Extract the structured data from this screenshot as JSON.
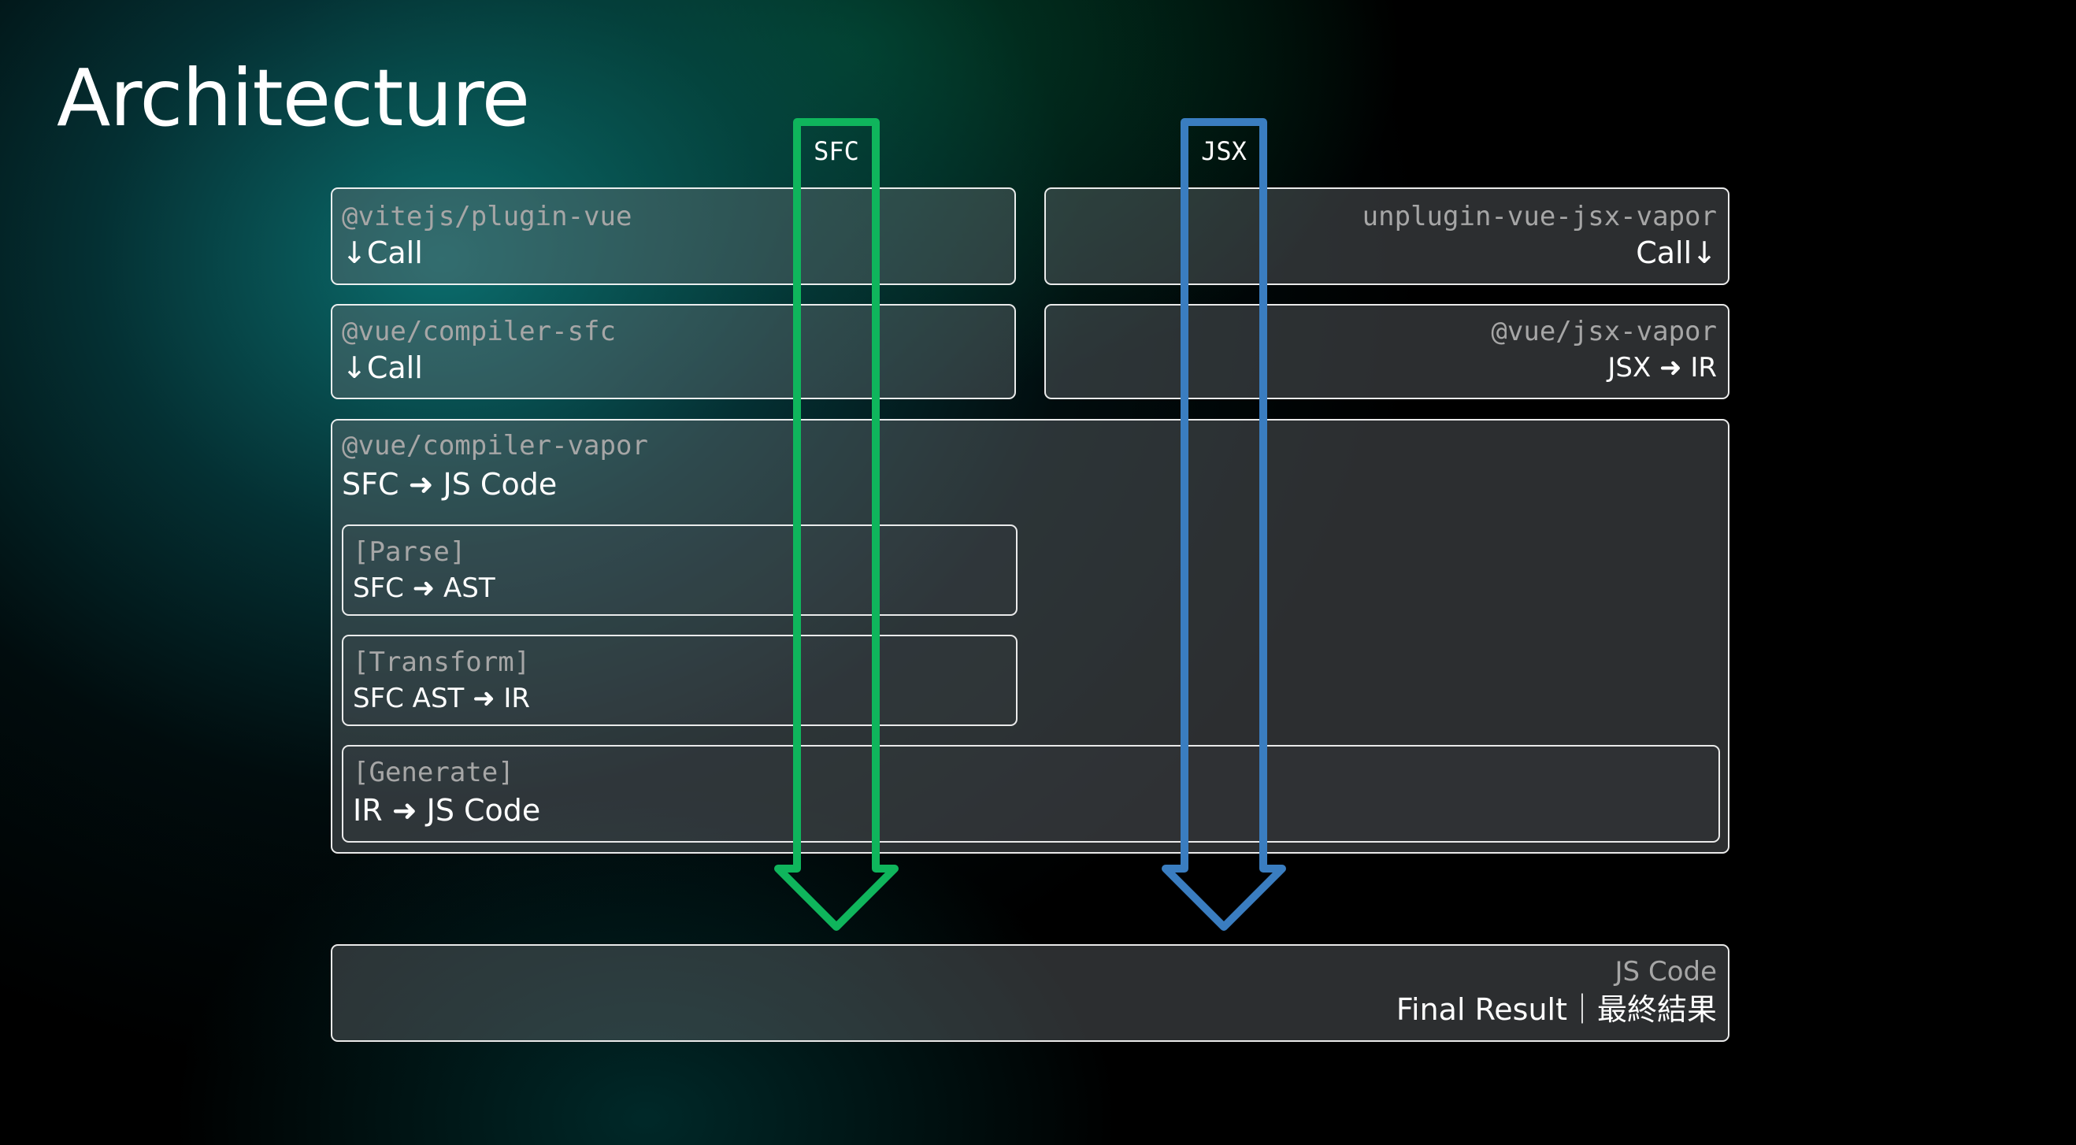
{
  "title": "Architecture",
  "flows": {
    "sfc": {
      "label": "SFC",
      "color": "#0fb55c"
    },
    "jsx": {
      "label": "JSX",
      "color": "#3a7dc0"
    }
  },
  "boxes": {
    "plugin_vue": {
      "package": "@vitejs/plugin-vue",
      "action": "↓Call"
    },
    "unplugin": {
      "package": "unplugin-vue-jsx-vapor",
      "action": "Call↓"
    },
    "compiler_sfc": {
      "package": "@vue/compiler-sfc",
      "action": "↓Call"
    },
    "jsx_vapor": {
      "package": "@vue/jsx-vapor",
      "action": "JSX ➜ IR"
    },
    "compiler_vapor": {
      "package": "@vue/compiler-vapor",
      "action": "SFC ➜ JS Code",
      "stages": {
        "parse": {
          "name": "[Parse]",
          "action": "SFC ➜ AST"
        },
        "transform": {
          "name": "[Transform]",
          "action": "SFC AST ➜ IR"
        },
        "generate": {
          "name": "[Generate]",
          "action": "IR ➜ JS Code"
        }
      }
    },
    "final": {
      "kind": "JS Code",
      "result": "Final Result｜最終結果"
    }
  }
}
